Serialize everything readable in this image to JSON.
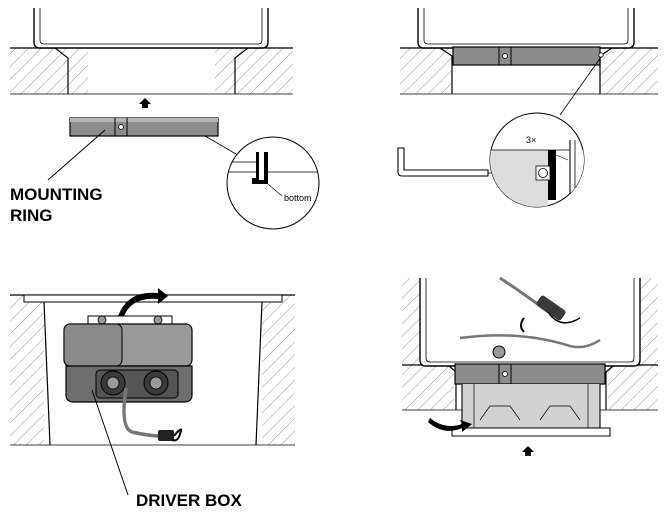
{
  "labels": {
    "mounting_ring_1": "MOUNTING",
    "mounting_ring_2": "RING",
    "bottom": "bottom",
    "count": "3×",
    "driver_box": "DRIVER BOX"
  },
  "colors": {
    "line": "#000000",
    "hatch": "#555555",
    "ring_fill": "#8c8c8c",
    "box_fill": "#8a8a8a",
    "box_dark": "#5c5c5c",
    "light_fill": "#d2d2d2"
  },
  "icons": [
    "arrow-up-icon",
    "allen-key-icon",
    "screw-icon",
    "cable-connector-icon",
    "rotate-arrow-icon"
  ]
}
